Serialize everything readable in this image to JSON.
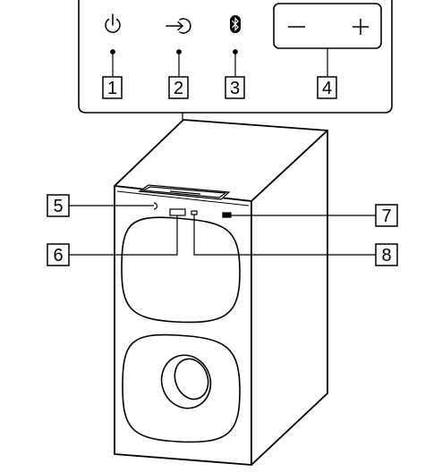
{
  "panel": {
    "buttons": [
      {
        "icon": "power-icon"
      },
      {
        "icon": "input-icon"
      },
      {
        "icon": "bluetooth-icon"
      },
      {
        "icon": "volume-minus-icon"
      },
      {
        "icon": "volume-plus-icon"
      }
    ]
  },
  "callouts": {
    "c1": "1",
    "c2": "2",
    "c3": "3",
    "c4": "4",
    "c5": "5",
    "c6": "6",
    "c7": "7",
    "c8": "8"
  },
  "colors": {
    "line": "#000000",
    "background": "#ffffff"
  }
}
